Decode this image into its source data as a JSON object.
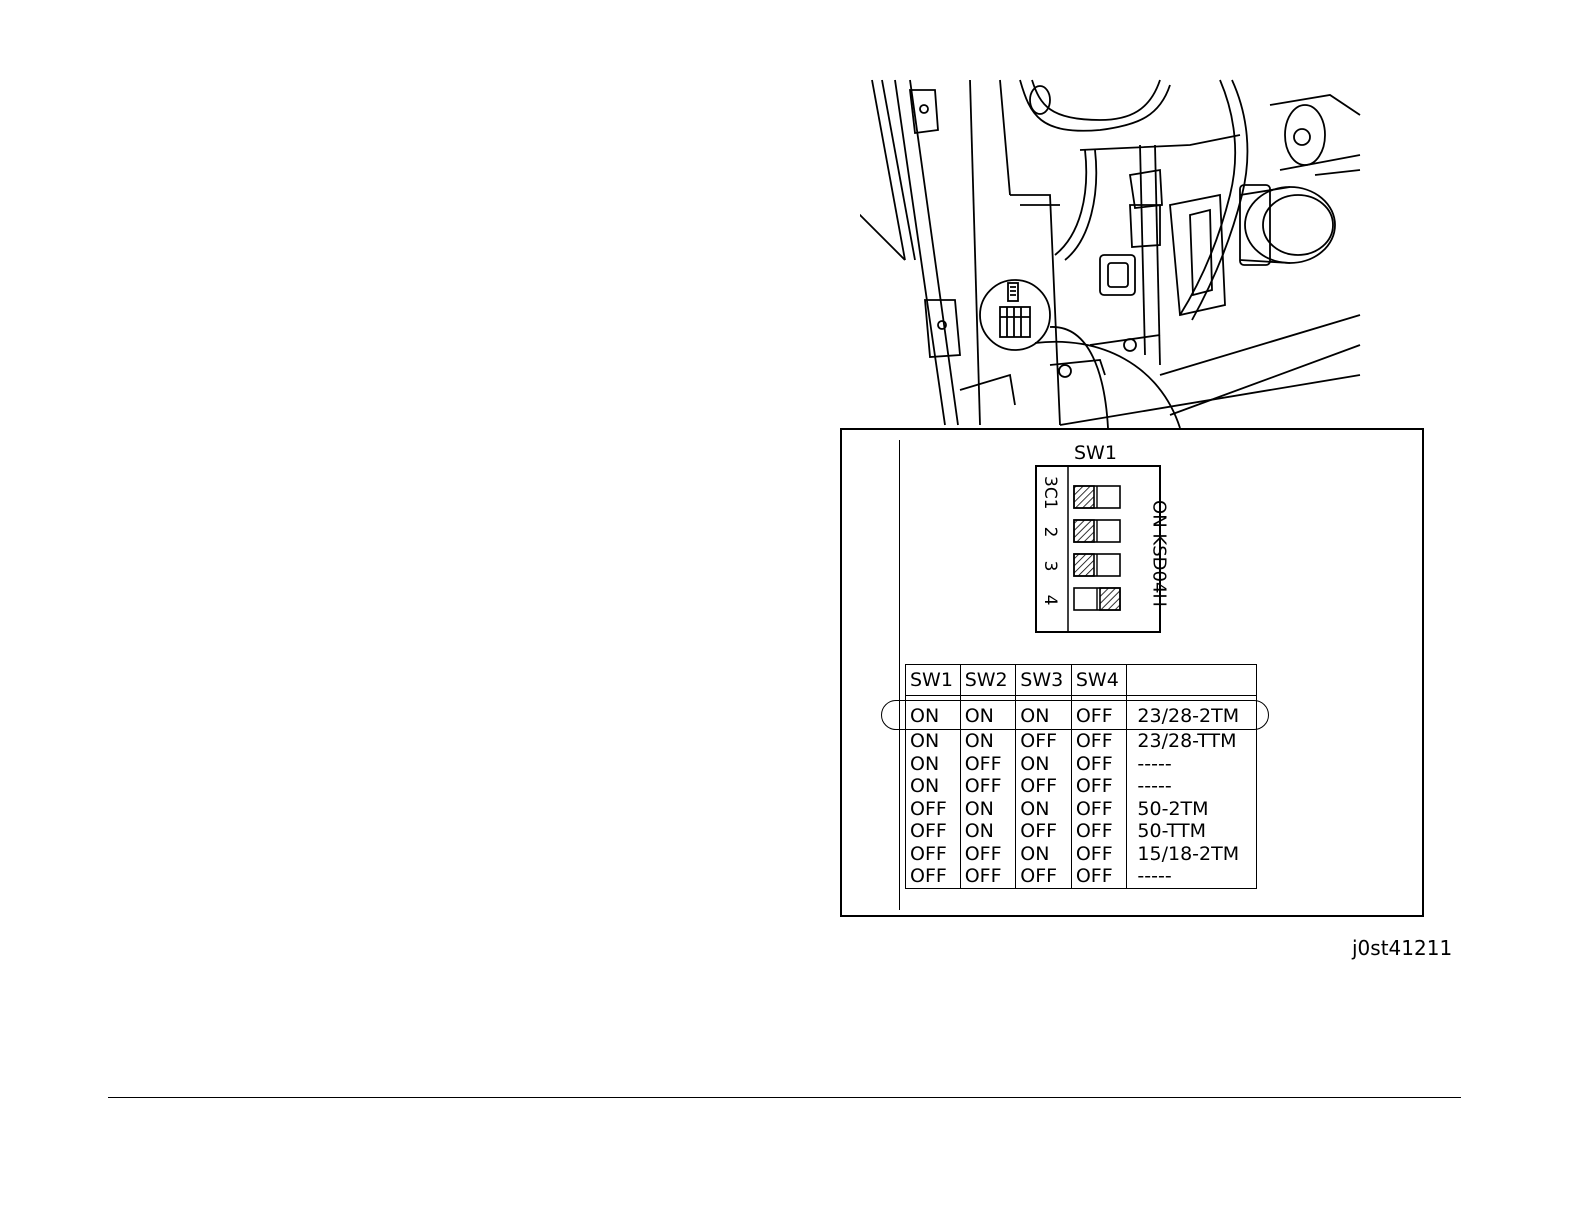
{
  "dip_switch": {
    "title": "SW1",
    "on_label": "ON",
    "part_number": "KSD04H",
    "side_label": "3C1",
    "positions": [
      "2",
      "3",
      "4"
    ],
    "settings": [
      "ON",
      "ON",
      "ON",
      "OFF"
    ]
  },
  "table": {
    "headers": [
      "SW1",
      "SW2",
      "SW3",
      "SW4",
      ""
    ],
    "rows": [
      [
        "ON",
        "ON",
        "ON",
        "OFF",
        "23/28-2TM"
      ],
      [
        "ON",
        "ON",
        "OFF",
        "OFF",
        "23/28-TTM"
      ],
      [
        "ON",
        "OFF",
        "ON",
        "OFF",
        "-----"
      ],
      [
        "ON",
        "OFF",
        "OFF",
        "OFF",
        "-----"
      ],
      [
        "OFF",
        "ON",
        "ON",
        "OFF",
        "50-2TM"
      ],
      [
        "OFF",
        "ON",
        "OFF",
        "OFF",
        "50-TTM"
      ],
      [
        "OFF",
        "OFF",
        "ON",
        "OFF",
        "15/18-2TM"
      ],
      [
        "OFF",
        "OFF",
        "OFF",
        "OFF",
        "-----"
      ]
    ],
    "selected_row": 0
  },
  "figure_id": "j0st41211"
}
